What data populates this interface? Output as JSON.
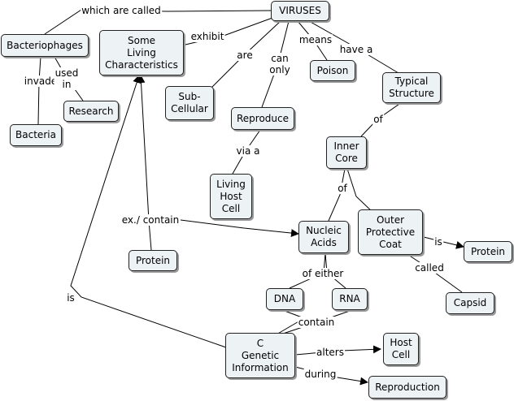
{
  "nodes": {
    "viruses": "VIRUSES",
    "bacteriophages": "Bacteriophages",
    "some_living": "Some\nLiving\nCharacteristics",
    "bacteria": "Bacteria",
    "research": "Research",
    "subcellular": "Sub-\nCellular",
    "reproduce": "Reproduce",
    "poison": "Poison",
    "typical_structure": "Typical\nStructure",
    "inner_core": "Inner\nCore",
    "living_host_cell": "Living\nHost\nCell",
    "nucleic_acids": "Nucleic\nAcids",
    "outer_coat": "Outer\nProtective\nCoat",
    "protein_left": "Protein",
    "protein_right": "Protein",
    "dna": "DNA",
    "rna": "RNA",
    "capsid": "Capsid",
    "genetic_info": "C\nGenetic\nInformation",
    "host_cell": "Host\nCell",
    "reproduction": "Reproduction"
  },
  "links": {
    "which_are_called": "which are called",
    "exhibit": "exhibit",
    "are": "are",
    "can_only": "can\nonly",
    "means": "means",
    "have_a": "have a",
    "invade": "invade",
    "used_in": "used\nin",
    "via_a": "via a",
    "of_structure": "of",
    "of_core": "of",
    "ex_contain": "ex./ contain",
    "is_coat": "is",
    "called": "called",
    "of_either": "of either",
    "contain": "contain",
    "is_genetic": "is",
    "alters": "alters",
    "during": "during"
  }
}
